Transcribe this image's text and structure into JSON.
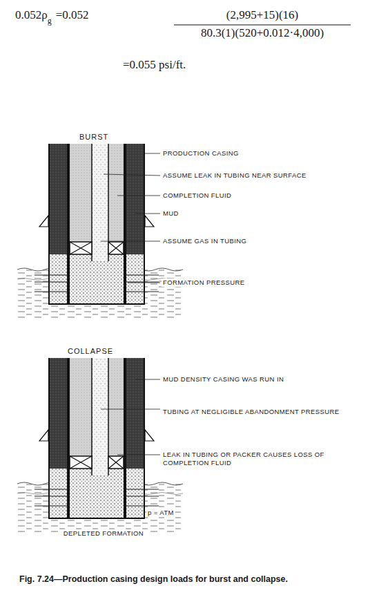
{
  "diagram": {
    "caption": "Fig. 7.24—Production casing design loads for burst and collapse.",
    "labels": [
      "0.052ρ",
      "g",
      "=0.052",
      "(2,995+15)(16)",
      "80.3(1)(520+0.012·4,000)",
      "=0.055 psi/ft.",
      "BURST",
      "PRODUCTION CASING",
      "ASSUME LEAK IN TUBING NEAR SURFACE",
      "COMPLETION FLUID",
      "MUD",
      "ASSUME GAS IN TUBING",
      "FORMATION PRESSURE",
      "COLLAPSE",
      "MUD DENSITY CASING WAS RUN IN",
      "TUBING AT NEGLIGIBLE ABANDONMENT PRESSURE",
      "LEAK IN TUBING OR PACKER CAUSES LOSS OF COMPLETION FLUID",
      "p = ATM",
      "DEPLETED FORMATION"
    ]
  }
}
